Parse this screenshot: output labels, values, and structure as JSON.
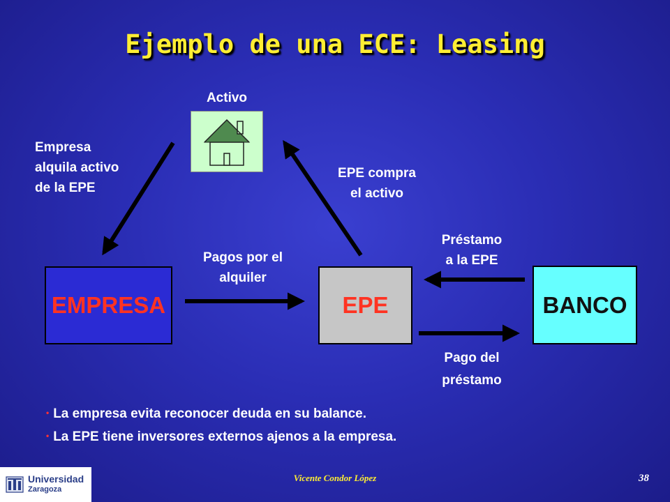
{
  "slide": {
    "title": "Ejemplo de una ECE: Leasing"
  },
  "diagram": {
    "asset": {
      "label": "Activo",
      "icon": "house-icon"
    },
    "nodes": {
      "empresa": "EMPRESA",
      "epe": "EPE",
      "banco": "BANCO"
    },
    "edge_labels": {
      "empresa_alquila": [
        "Empresa",
        "alquila activo",
        "de la EPE"
      ],
      "epe_compra": [
        "EPE compra",
        "el activo"
      ],
      "pagos_alquiler": [
        "Pagos por el",
        "alquiler"
      ],
      "prestamo": [
        "Préstamo",
        "a la EPE"
      ],
      "pago_prestamo": [
        "Pago del",
        "préstamo"
      ]
    }
  },
  "bullets": [
    "La empresa evita reconocer deuda en su balance.",
    "La EPE tiene inversores externos ajenos a la empresa."
  ],
  "footer": {
    "logo_main": "Universidad",
    "logo_sub": "Zaragoza",
    "author": "Vicente Condor López",
    "page": "38"
  },
  "colors": {
    "title": "#ffee33",
    "empresa_box": "#2b2bd4",
    "epe_box": "#c6c6c6",
    "banco_box": "#66ffff",
    "node_text": "#ff3322",
    "asset_box": "#ccffcc",
    "bullet_marker": "#ff3333"
  }
}
